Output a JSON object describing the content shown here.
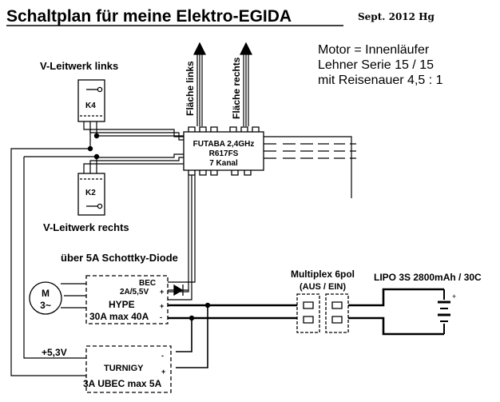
{
  "title": "Schaltplan für meine Elektro-EGIDA",
  "date_note": "Sept. 2012  Hg",
  "motor_info": {
    "line1": "Motor = Innenläufer",
    "line2": "Lehner Serie 15 / 15",
    "line3": "mit Reisenauer 4,5 : 1"
  },
  "servo_left": {
    "label": "V-Leitwerk links",
    "id": "K4"
  },
  "servo_right": {
    "label": "V-Leitwerk rechts",
    "id": "K2"
  },
  "wing_left": "Fläche links",
  "wing_right": "Fläche rechts",
  "receiver": {
    "line1": "FUTABA  2,4GHz",
    "line2": "R617FS",
    "line3": "7 Kanal"
  },
  "diode_note": "über 5A Schottky-Diode",
  "motor": {
    "letter": "M",
    "phase": "3~"
  },
  "esc": {
    "bec": "BEC",
    "bec_rating": "2A/5,5V",
    "name": "HYPE",
    "rating": "30A max 40A"
  },
  "connector": {
    "name": "Multiplex 6pol",
    "state": "(AUS / EIN)"
  },
  "battery": "LIPO 3S 2800mAh / 30C",
  "voltage": "+5,3V",
  "ubec": {
    "name": "TURNIGY",
    "rating": "3A UBEC max 5A"
  },
  "colors": {
    "ink": "#000000",
    "background": "#ffffff"
  }
}
